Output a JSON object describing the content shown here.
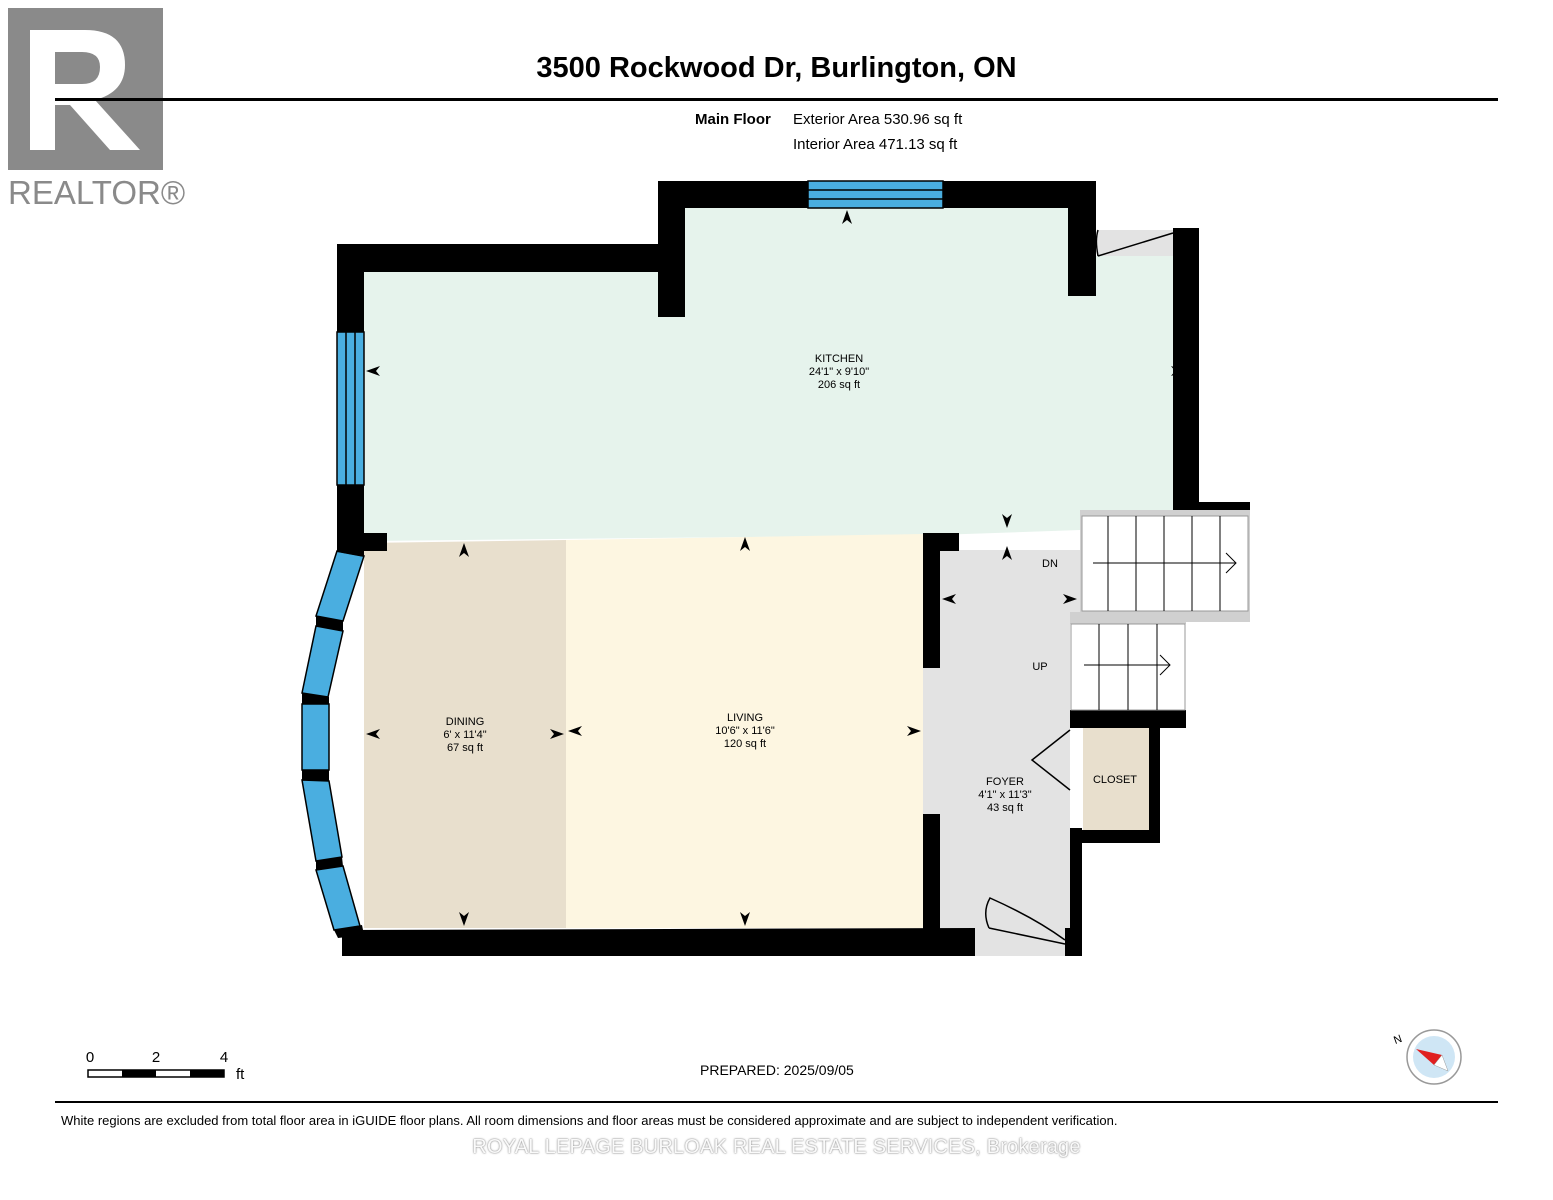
{
  "brand": {
    "logo_text": "REALTOR®",
    "logo_color": "#8a8a8a"
  },
  "header": {
    "title": "3500 Rockwood Dr, Burlington, ON",
    "floor_name": "Main Floor",
    "exterior_area": "Exterior Area 530.96 sq ft",
    "interior_area": "Interior Area 471.13 sq ft"
  },
  "rooms": [
    {
      "name": "KITCHEN",
      "dims": "24'1\" x 9'10\"",
      "area": "206 sq ft",
      "color": "#e6f3ec"
    },
    {
      "name": "DINING",
      "dims": "6' x 11'4\"",
      "area": "67 sq ft",
      "color": "#e8dfcd"
    },
    {
      "name": "LIVING",
      "dims": "10'6\" x 11'6\"",
      "area": "120 sq ft",
      "color": "#fdf6e1"
    },
    {
      "name": "FOYER",
      "dims": "4'1\" x 11'3\"",
      "area": "43 sq ft",
      "color": "#e3e3e3"
    },
    {
      "name": "CLOSET",
      "color": "#e8dfcd"
    }
  ],
  "stairs": {
    "down_label": "DN",
    "up_label": "UP"
  },
  "colors": {
    "wall": "#000000",
    "window": "#4aaee0",
    "stair": "#e0e0e0"
  },
  "scale_bar": {
    "labels": [
      "0",
      "2",
      "4"
    ],
    "unit": "ft"
  },
  "compass_icon": "north-arrow-compass",
  "compass_label": "N",
  "footer": {
    "prepared": "PREPARED: 2025/09/05",
    "disclaimer": "White regions are excluded from total floor area in iGUIDE floor plans. All room dimensions and floor areas must be considered approximate and are subject to independent verification.",
    "brokerage": "ROYAL LEPAGE BURLOAK REAL ESTATE SERVICES, Brokerage"
  }
}
